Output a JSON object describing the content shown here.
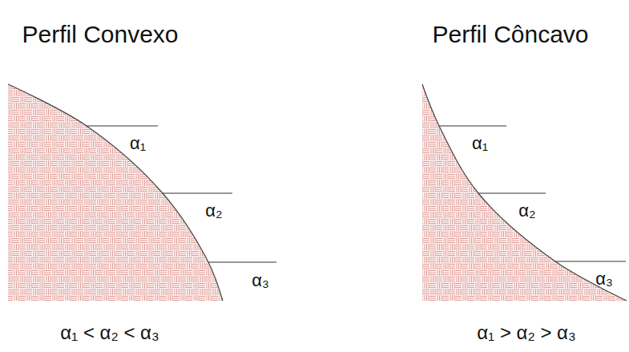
{
  "diagram": {
    "labels": [
      "Perfil Convexo",
      "α₁",
      "α₂",
      "α₃",
      "α₁ < α₂ < α₃",
      "Perfil Côncavo",
      "α₁",
      "α₂",
      "α₃",
      "α₁ > α₂ > α₃"
    ]
  }
}
